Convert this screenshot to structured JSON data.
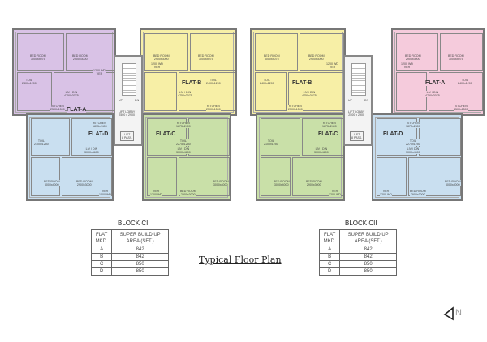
{
  "title": "Typical Floor Plan",
  "colors": {
    "flat_a_left": "#d9c2e6",
    "flat_b": "#f7efa6",
    "flat_c": "#c9e0a8",
    "flat_d": "#c9dff0",
    "flat_a_right": "#f5cbdc",
    "core": "#f3f3f3"
  },
  "plan": {
    "left": {
      "a": {
        "label": "FLAT-A",
        "rooms": [
          "BED ROOM\n3000x4075",
          "BED ROOM\n2900x3000",
          "TOIL\n2400x1200",
          "KITCHEN\n2500x1500",
          "LIV / DIN\n4750x3075",
          "1200 WD\nVER"
        ]
      },
      "b": {
        "label": "FLAT-B",
        "rooms": [
          "BED ROOM\n2900x3000",
          "BED ROOM\n3000x4075",
          "TOIL\n2400x1200",
          "KITCHEN\n2500x1500",
          "LIV / DIN\n4750x3075",
          "1200 WD\nVER"
        ]
      },
      "c": {
        "label": "FLAT-C",
        "rooms": [
          "KITCHEN\n1875x2400",
          "TOIL\n2275x1250",
          "LIV / DIN\n3000x4600",
          "BED ROOM\n2900x3000",
          "BED ROOM\n3000x4000",
          "VER\n1200 WD"
        ]
      },
      "d": {
        "label": "FLAT-D",
        "rooms": [
          "KITCHEN\n1875x2400",
          "TOIL\n2100x1250",
          "LIV / DIN\n3000x4600",
          "BED ROOM\n3000x4000",
          "BED ROOM\n2900x3000",
          "VER\n1200 WD"
        ]
      },
      "core": {
        "up": "UP",
        "dn": "DN",
        "lobby": "LIFT LOBBY\n2500 x 2900",
        "lift": "LIFT\n8 PASS."
      }
    },
    "right": {
      "b": {
        "label": "FLAT-B",
        "rooms": [
          "BED ROOM\n3000x4075",
          "BED ROOM\n2900x3000",
          "TOIL\n2400x1200",
          "KITCHEN\n2500x1500",
          "LIV / DIN\n4750x3075",
          "1200 WD\nVER"
        ]
      },
      "a": {
        "label": "FLAT-A",
        "rooms": [
          "BED ROOM\n2900x3000",
          "BED ROOM\n3000x4075",
          "TOIL\n2400x1200",
          "KITCHEN\n2500x1500",
          "LIV / DIN\n4750x3075",
          "1200 WD\nVER"
        ]
      },
      "c": {
        "label": "FLAT-C",
        "rooms": [
          "KITCHEN\n1875x2400",
          "TOIL\n2100x1250",
          "LIV / DIN\n3000x4600",
          "BED ROOM\n3000x4000",
          "BED ROOM\n2900x3000",
          "VER\n1200 WD"
        ]
      },
      "d": {
        "label": "FLAT-D",
        "rooms": [
          "KITCHEN\n1875x2400",
          "TOIL\n2275x1250",
          "LIV / DIN\n3000x4600",
          "BED ROOM\n2900x3000",
          "BED ROOM\n3000x4000",
          "VER\n1200 WD"
        ]
      },
      "core": {
        "up": "UP",
        "dn": "DN",
        "lobby": "LIFT LOBBY\n2500 x 2900",
        "lift": "LIFT\n8 PASS."
      }
    }
  },
  "tables": [
    {
      "block": "BLOCK CI",
      "headers": [
        "FLAT\nMKD.",
        "SUPER BUILD UP\nAREA (SFT.)"
      ],
      "rows": [
        [
          "A",
          "842"
        ],
        [
          "B",
          "842"
        ],
        [
          "C",
          "850"
        ],
        [
          "D",
          "850"
        ]
      ]
    },
    {
      "block": "BLOCK CII",
      "headers": [
        "FLAT\nMKD.",
        "SUPER BUILD UP\nAREA (SFT.)"
      ],
      "rows": [
        [
          "A",
          "842"
        ],
        [
          "B",
          "842"
        ],
        [
          "C",
          "850"
        ],
        [
          "D",
          "850"
        ]
      ]
    }
  ],
  "compass": {
    "label": "N",
    "icon": "north-arrow-icon"
  }
}
